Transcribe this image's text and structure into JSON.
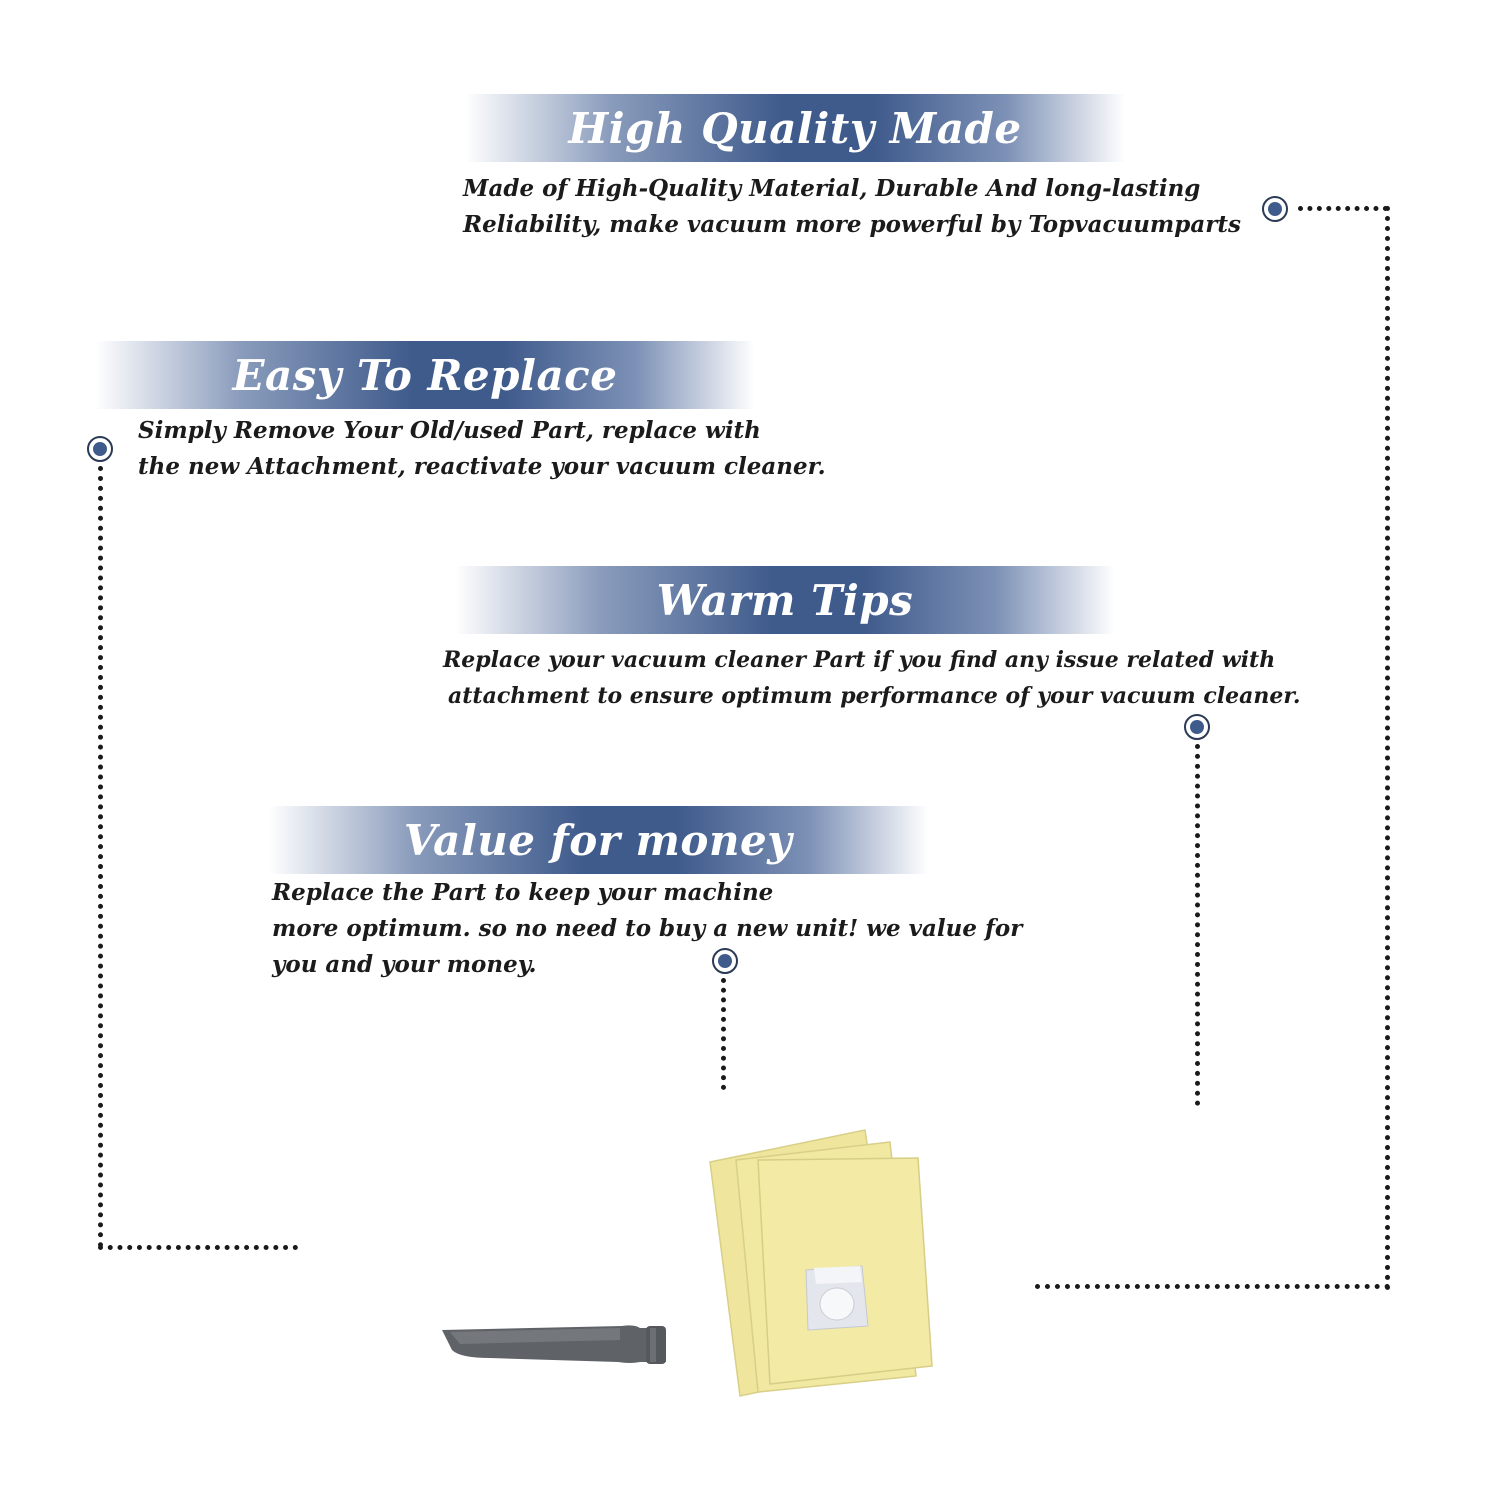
{
  "features": [
    {
      "title": "High Quality Made",
      "lines": [
        "Made of  High-Quality Material, Durable And long-lasting",
        "Reliability, make vacuum more powerful by Topvacuumparts"
      ]
    },
    {
      "title": "Easy To Replace",
      "lines": [
        "Simply Remove Your Old/used Part, replace with",
        "the new Attachment, reactivate your vacuum cleaner."
      ]
    },
    {
      "title": "Warm Tips",
      "lines": [
        "Replace your vacuum cleaner Part if you find any issue related with",
        "attachment to ensure optimum performance of your vacuum cleaner."
      ]
    },
    {
      "title": "Value for money",
      "lines": [
        "Replace the Part to keep your machine",
        "more optimum. so no need to buy a new unit! we value for",
        "you and your money."
      ]
    }
  ],
  "colors": {
    "banner_blue": "#3f5b8c",
    "dot_blue": "#3f5b8c",
    "bag_yellow": "#f3eaa6",
    "tool_gray": "#5f6368"
  },
  "product_image": {
    "items": [
      "crevice-tool",
      "paper-dust-bags"
    ]
  }
}
